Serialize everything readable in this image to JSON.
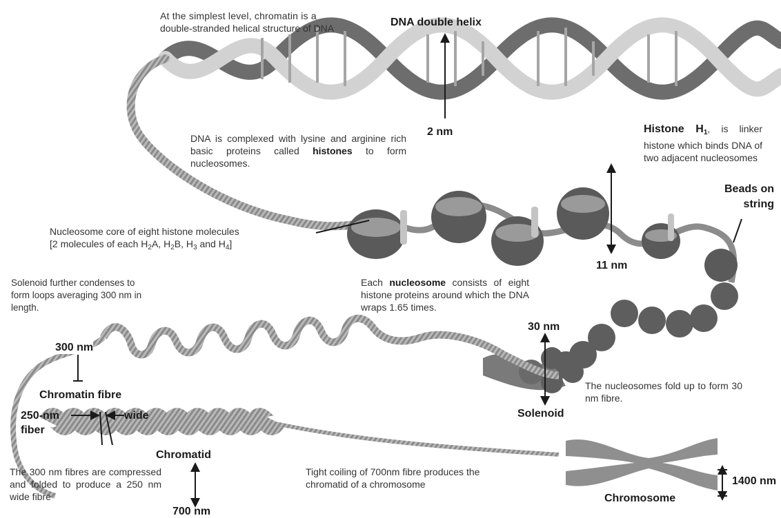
{
  "texts": {
    "intro_line1": "At the simplest level, chromatin is a",
    "intro_line2": "double-stranded helical structure of DNA",
    "dna_double_helix": "DNA double helix",
    "label_2nm": "2 nm",
    "histone_desc_part1": "DNA is complexed with lysine and arginine rich basic proteins called ",
    "histone_desc_bold": "histones",
    "histone_desc_part2": " to form nucleosomes.",
    "histone_h1_bold": "Histone H",
    "histone_h1_sub": "1",
    "histone_h1_rest": ", is linker histone which binds DNA of two adjacent nucleosomes",
    "beads_on_string": "Beads on string",
    "nucleosome_core_line1": "Nucleosome core of eight histone molecules",
    "nc_open": "[2 molecules of each H",
    "nc_s1": "2",
    "nc_a": "A, H",
    "nc_s2": "2",
    "nc_b": "B, H",
    "nc_s3": "3",
    "nc_and": " and  H",
    "nc_s4": "4",
    "nc_close": "]",
    "label_11nm": "11 nm",
    "solenoid_condense": "Solenoid further condenses to form loops averaging 300 nm in length.",
    "each_part1": "Each ",
    "each_bold": "nucleosome",
    "each_part2": " consists of eight histone proteins around which the DNA wraps 1.65 times.",
    "label_30nm": "30 nm",
    "label_300nm": "300 nm",
    "chromatin_fibre": "Chromatin fibre",
    "label_250nm": "250-nm",
    "label_wide": "wide",
    "label_fiber": "fiber",
    "nucleosomes_fold": "The nucleosomes fold up to form 30 nm fibre.",
    "solenoid": "Solenoid",
    "chromatid": "Chromatid",
    "compressed_text": "The 300 nm fibres are compressed and folded to produce a 250 nm wide fibre",
    "label_700nm": "700 nm",
    "tight_coiling": "Tight coiling of 700nm fibre produces the chromatid of a chromosome",
    "label_1400nm": "1400 nm",
    "chromosome": "Chromosome"
  },
  "colors": {
    "dark_strand": "#6d6d6d",
    "light_strand": "#cfcfcf",
    "histone_dark": "#5a5a5a",
    "histone_light": "#9a9a9a",
    "text": "#333333",
    "arrow": "#1a1a1a"
  }
}
